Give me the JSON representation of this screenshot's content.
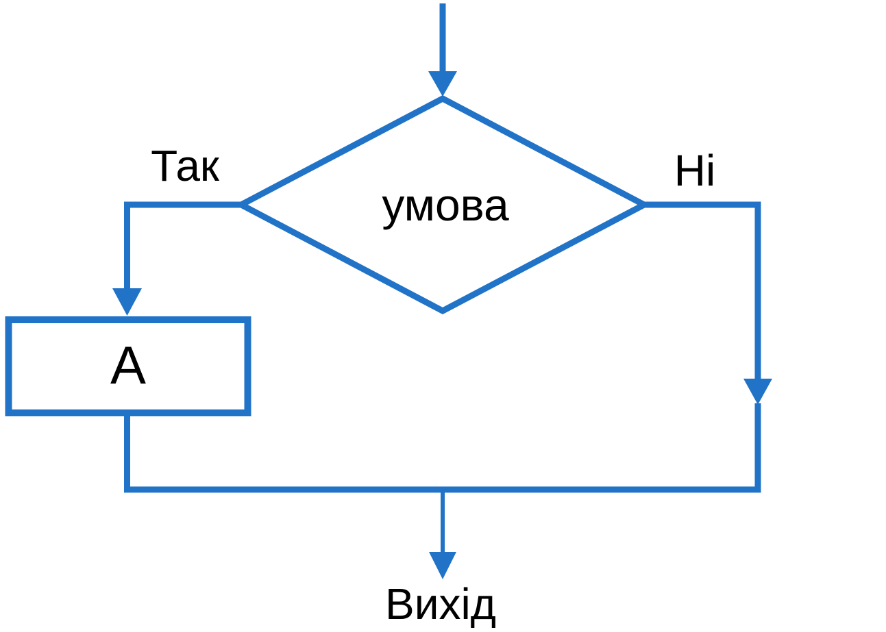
{
  "diagram": {
    "type": "flowchart",
    "accent_color": "#2173C7",
    "label_color": "#000000",
    "condition": {
      "shape": "diamond",
      "label": "умова"
    },
    "branches": {
      "yes_label": "Так",
      "no_label": "Ні"
    },
    "process": {
      "shape": "rectangle",
      "label": "А"
    },
    "exit_label": "Вихід"
  }
}
